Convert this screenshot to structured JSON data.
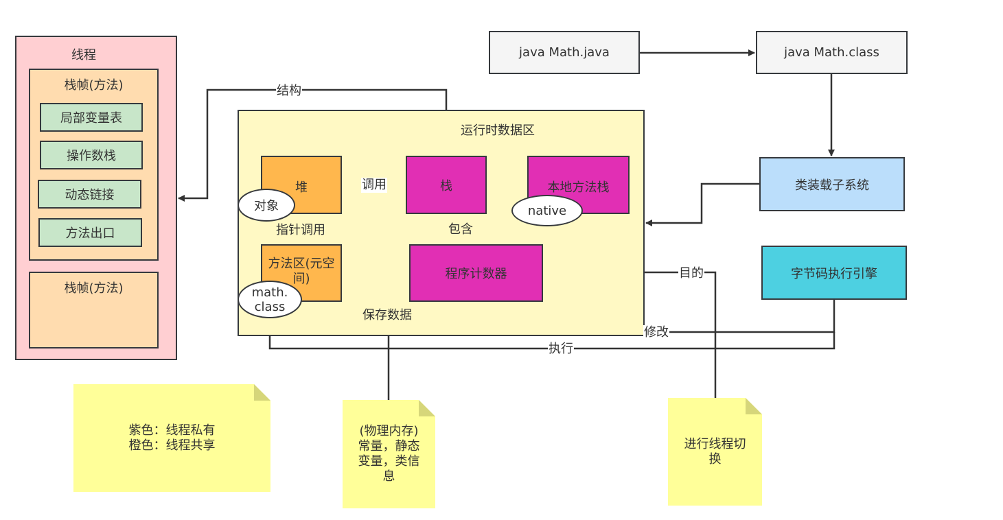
{
  "thread": {
    "title": "线程",
    "frame1_title": "栈帧(方法)",
    "frame1_items": [
      "局部变量表",
      "操作数栈",
      "动态链接",
      "方法出口"
    ],
    "frame2_title": "栈帧(方法)"
  },
  "runtime_area": {
    "title": "运行时数据区",
    "heap": "堆",
    "object_label": "对象",
    "stack": "栈",
    "native_stack": "本地方法栈",
    "native_label": "native",
    "program_counter": "程序计数器",
    "method_area": "方法区(元空间)",
    "class_label_line1": "math.",
    "class_label_line2": "class"
  },
  "compile": {
    "source": "java Math.java",
    "class_file": "java Math.class"
  },
  "class_loader": "类装载子系统",
  "exec_engine": "字节码执行引擎",
  "edge_labels": {
    "structure": "结构",
    "invoke": "调用",
    "contains": "包含",
    "pointer_invoke": "指针调用",
    "save_data": "保存数据",
    "purpose": "目的",
    "modify": "修改",
    "execute": "执行"
  },
  "notes": {
    "legend_line1": "紫色：线程私有",
    "legend_line2": "橙色：线程共享",
    "memory_line1": "(物理内存)",
    "memory_line2": "常量，静态",
    "memory_line3": "变量，类信",
    "memory_line4": "息",
    "thread_switch_line1": "进行线程切",
    "thread_switch_line2": "换"
  },
  "colors": {
    "thread_bg": "#ffcfd2",
    "frame_bg": "#ffdcaf",
    "frame_item_bg": "#c8e6c9",
    "runtime_bg": "#fff9c4",
    "shared_orange": "#ffb74d",
    "private_magenta": "#e12fb4",
    "loader_blue": "#bbdefb",
    "engine_cyan": "#4dd0e1",
    "note_yellow": "#ffff99"
  }
}
